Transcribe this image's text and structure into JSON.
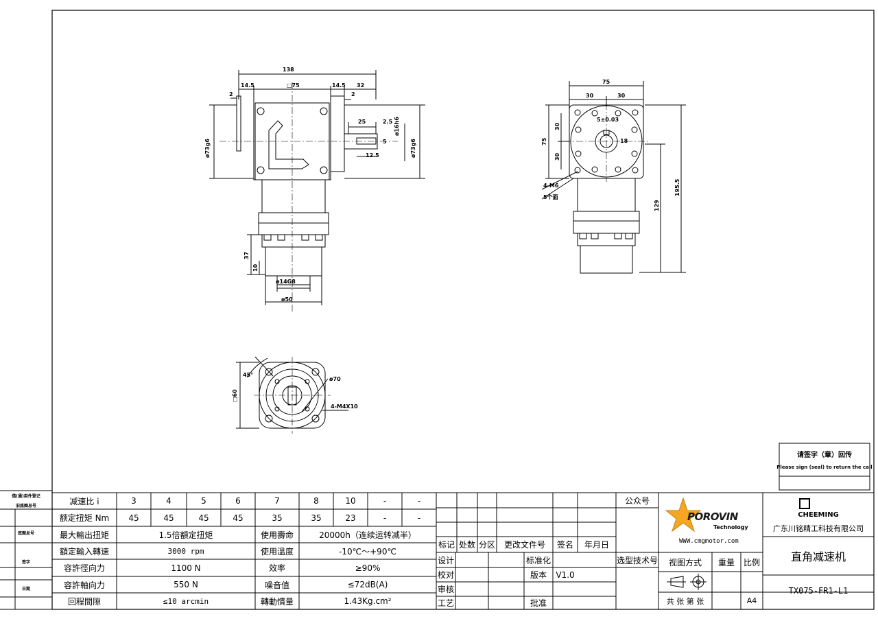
{
  "drawing": {
    "front_view": {
      "overall_width": "138",
      "flange_left": "14.5",
      "square_label": "□75",
      "flange_right": "14.5",
      "shaft_length": "32",
      "left_step": "2",
      "right_step": "2",
      "key_length": "25",
      "key_offset": "2.5",
      "key_width_small": "12.5",
      "shaft_dia": "ø16h6",
      "key_height": "5",
      "pilot_left": "ø73g6",
      "pilot_right": "ø73g6",
      "input_length": "37",
      "input_step": "10",
      "input_bore": "ø14G8",
      "input_pilot": "ø50"
    },
    "side_view": {
      "width": "75",
      "half_a": "30",
      "half_b": "30",
      "height_left": "75",
      "v_a": "30",
      "v_b": "30",
      "key_note": "5±0.03",
      "shaft_ref": "18",
      "holes": "4-M6",
      "depth_note": "5个面",
      "height_total": "195.5",
      "height_mid": "129"
    },
    "bottom_view": {
      "angle": "45°",
      "square": "□60",
      "pcd": "ø70",
      "holes": "4-M4X10"
    }
  },
  "return_box": {
    "title": "请签字（章）回传",
    "subtitle": "Please sign (seal) to return the call"
  },
  "side_labels": [
    "借(通)用件登记",
    "旧底图总号",
    "底图总号",
    "签字",
    "日期"
  ],
  "specs": {
    "ratio_label": "减速比  i",
    "ratios": [
      "3",
      "4",
      "5",
      "6",
      "7",
      "8",
      "10",
      "-",
      "-"
    ],
    "torque_label": "额定扭矩  Nm",
    "torques": [
      "45",
      "45",
      "45",
      "45",
      "35",
      "35",
      "23",
      "-",
      "-"
    ],
    "rows": [
      {
        "label": "最大輸出扭矩",
        "value": "1.5倍額定扭矩",
        "label2": "使用壽命",
        "value2": "20000h（连续运转减半）"
      },
      {
        "label": "額定輸入轉速",
        "value": "3000 rpm",
        "label2": "使用溫度",
        "value2": "-10℃～+90℃"
      },
      {
        "label": "容許徑向力",
        "value": "1100 N",
        "label2": "效率",
        "value2": "≥90%"
      },
      {
        "label": "容許軸向力",
        "value": "550 N",
        "label2": "噪音值",
        "value2": "≤72dB(A)"
      },
      {
        "label": "回程間隙",
        "value": "≤10 arcmin",
        "label2": "轉動慣量",
        "value2": "1.43Kg.cm²"
      }
    ]
  },
  "revision": {
    "headers": [
      "标记",
      "处数",
      "分区",
      "更改文件号",
      "签名",
      "年月日"
    ],
    "design": "设计",
    "check": "校对",
    "review": "审核",
    "craft": "工艺",
    "standard": "标准化",
    "version_label": "版本",
    "version": "V1.0",
    "approve": "批准"
  },
  "title_block": {
    "public_no": "公众号",
    "selection": "选型技术号",
    "brand": "POROVIN",
    "brand_sub": "Technology",
    "website": "WWW.cmgmotor.com",
    "company_logo": "CHEEMING",
    "company": "广东川铭精工科技有限公司",
    "product": "直角减速机",
    "view_method": "视图方式",
    "weight": "重量",
    "scale": "比例",
    "sheets": "共  张  第  张",
    "paper": "A4",
    "model": "TX075-FR1-L1"
  },
  "colors": {
    "logo_orange": "#f5a623",
    "ink": "#000000"
  }
}
